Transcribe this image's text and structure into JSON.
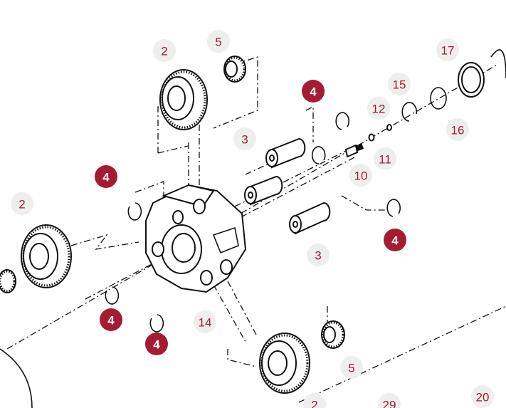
{
  "colors": {
    "primary_badge": "#a51b32",
    "secondary_badge": "#eeeeee",
    "secondary_text": "#a51b32",
    "primary_text": "#ffffff"
  },
  "callouts": [
    {
      "id": "2",
      "style": "secondary"
    },
    {
      "id": "5",
      "style": "secondary"
    },
    {
      "id": "17",
      "style": "secondary"
    },
    {
      "id": "4",
      "style": "primary"
    },
    {
      "id": "15",
      "style": "secondary"
    },
    {
      "id": "12",
      "style": "secondary"
    },
    {
      "id": "16",
      "style": "secondary"
    },
    {
      "id": "3",
      "style": "secondary"
    },
    {
      "id": "11",
      "style": "secondary"
    },
    {
      "id": "10",
      "style": "secondary"
    },
    {
      "id": "4",
      "style": "primary"
    },
    {
      "id": "2",
      "style": "secondary"
    },
    {
      "id": "4",
      "style": "primary"
    },
    {
      "id": "3",
      "style": "secondary"
    },
    {
      "id": "4",
      "style": "primary"
    },
    {
      "id": "14",
      "style": "secondary"
    },
    {
      "id": "4",
      "style": "primary"
    },
    {
      "id": "5",
      "style": "secondary"
    },
    {
      "id": "2",
      "style": "secondary"
    },
    {
      "id": "29",
      "style": "secondary"
    },
    {
      "id": "20",
      "style": "secondary"
    }
  ]
}
